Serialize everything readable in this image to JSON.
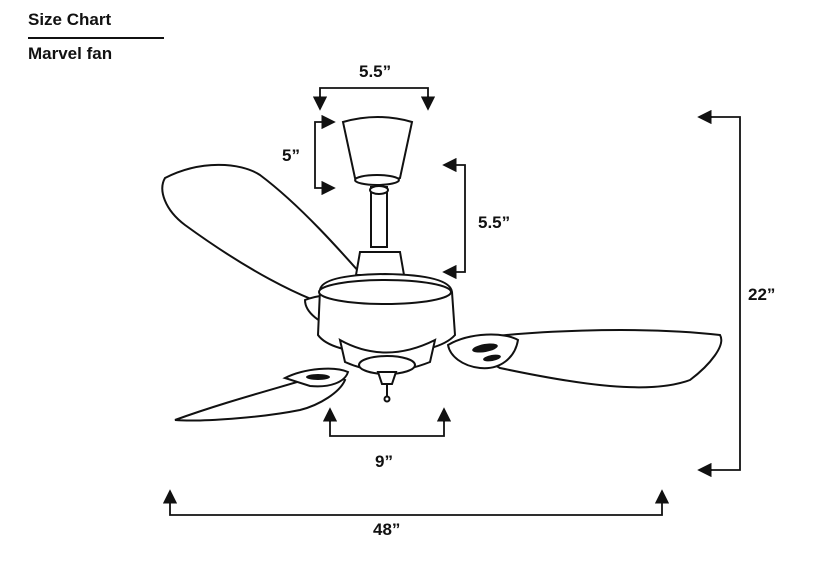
{
  "header": {
    "title": "Size Chart",
    "subtitle": "Marvel fan"
  },
  "dimensions": {
    "canopy_width": "5.5”",
    "canopy_height": "5”",
    "downrod_length": "5.5”",
    "total_height": "22”",
    "motor_width": "9”",
    "sweep": "48”"
  },
  "colors": {
    "line": "#111111",
    "background": "#ffffff"
  }
}
